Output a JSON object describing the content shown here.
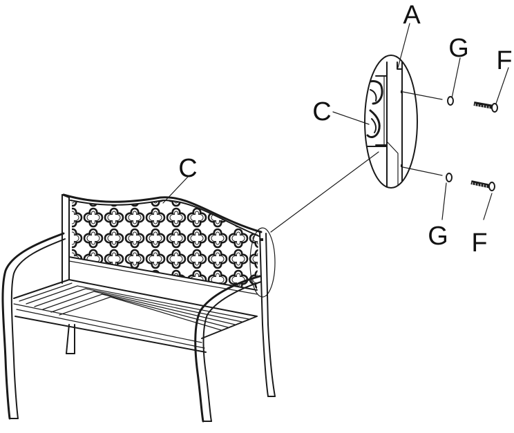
{
  "diagram": {
    "labels": {
      "backrest_main": "C",
      "backrest_detail": "C",
      "part_a": "A",
      "washer_top": "G",
      "washer_bottom": "G",
      "bolt_top": "F",
      "bolt_bottom": "F"
    },
    "colors": {
      "line": "#1a1a1a",
      "background": "#ffffff"
    }
  }
}
